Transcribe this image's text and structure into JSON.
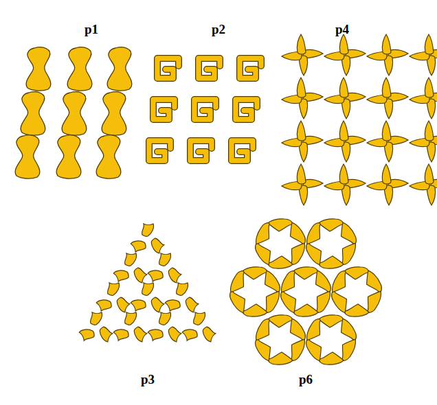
{
  "diagram": {
    "labels": [
      "p1",
      "p2",
      "p4",
      "p3",
      "p6"
    ]
  }
}
